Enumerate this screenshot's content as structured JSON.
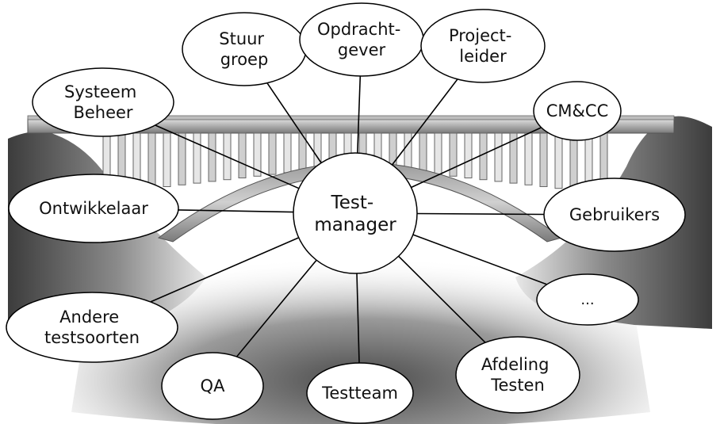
{
  "diagram": {
    "center": {
      "id": "testmanager",
      "lines": [
        "Test-",
        "manager"
      ]
    },
    "nodes": [
      {
        "id": "stuurgroep",
        "lines": [
          "Stuur",
          "groep"
        ]
      },
      {
        "id": "opdrachtgever",
        "lines": [
          "Opdracht-",
          "gever"
        ]
      },
      {
        "id": "projectleider",
        "lines": [
          "Project-",
          "leider"
        ]
      },
      {
        "id": "systeembeheer",
        "lines": [
          "Systeem",
          "Beheer"
        ]
      },
      {
        "id": "cmcc",
        "lines": [
          "CM&CC"
        ]
      },
      {
        "id": "ontwikkelaar",
        "lines": [
          "Ontwikkelaar"
        ]
      },
      {
        "id": "gebruikers",
        "lines": [
          "Gebruikers"
        ]
      },
      {
        "id": "ellipsis",
        "lines": [
          "..."
        ]
      },
      {
        "id": "anderetestsoorten",
        "lines": [
          "Andere",
          "testsoorten"
        ]
      },
      {
        "id": "qa",
        "lines": [
          "QA"
        ]
      },
      {
        "id": "testteam",
        "lines": [
          "Testteam"
        ]
      },
      {
        "id": "afdelingtesten",
        "lines": [
          "Afdeling",
          "Testen"
        ]
      }
    ]
  },
  "colors": {
    "node_fill": "#ffffff",
    "node_stroke": "#000000",
    "connector": "#000000",
    "bridge_dark": "#5a5a5a",
    "bridge_light": "#d8d8d8"
  }
}
